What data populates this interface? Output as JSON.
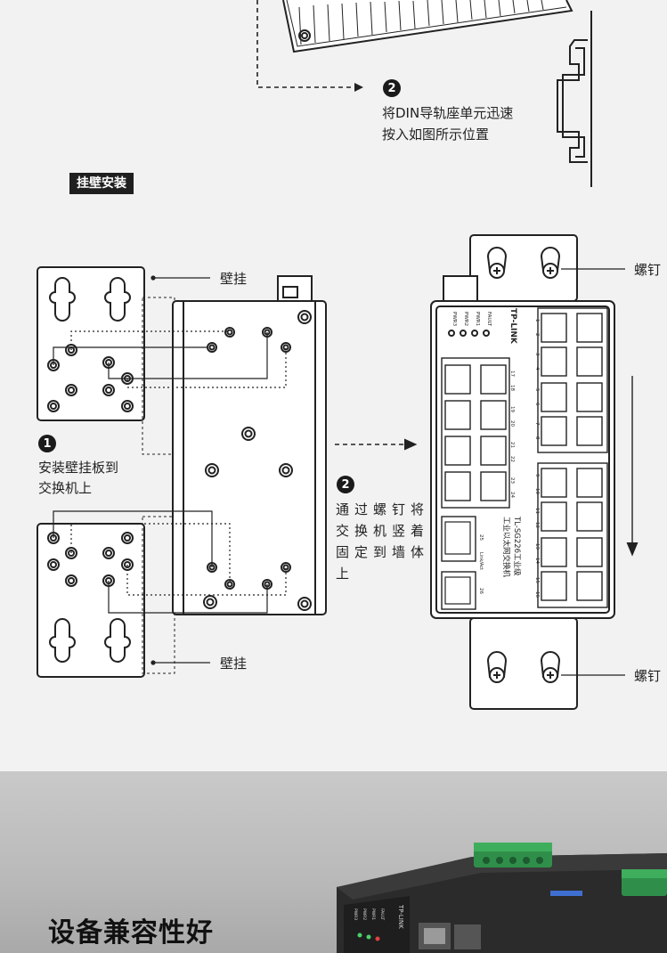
{
  "din_step": {
    "number": "2",
    "line1": "将DIN导轨座单元迅速",
    "line2": "按入如图所示位置"
  },
  "wall_section": {
    "tag": "挂壁安装",
    "label_top_bracket": "壁挂",
    "label_bottom_bracket": "壁挂",
    "label_screw_top": "螺钉",
    "label_screw_bottom": "螺钉",
    "step1": {
      "number": "1",
      "line1": "安装壁挂板到",
      "line2": "交换机上"
    },
    "step2": {
      "number": "2",
      "line1": "通过螺钉将",
      "line2": "交换机竖着",
      "line3": "固定到墙体",
      "line4": "上"
    }
  },
  "device": {
    "brand": "TP-LINK",
    "model": "TL-SG226工业级",
    "desc": "工业以太网交换机",
    "leds": [
      "FAULT",
      "PWR1",
      "PWR2",
      "PWR3"
    ],
    "port_labels_left": [
      "17",
      "18",
      "19",
      "20",
      "21",
      "22",
      "23",
      "24"
    ],
    "port_labels_right": [
      "1",
      "2",
      "3",
      "4",
      "5",
      "6",
      "7",
      "8",
      "9",
      "10",
      "11",
      "12",
      "13",
      "14",
      "15",
      "16"
    ],
    "sfp_labels": [
      "25",
      "26"
    ],
    "link_act": "Link/Act"
  },
  "bottom": {
    "title": "设备兼容性好",
    "photo_brand": "TP-LINK",
    "photo_leds": [
      "FAULT",
      "PWR1",
      "PWR2",
      "PWR3"
    ]
  }
}
